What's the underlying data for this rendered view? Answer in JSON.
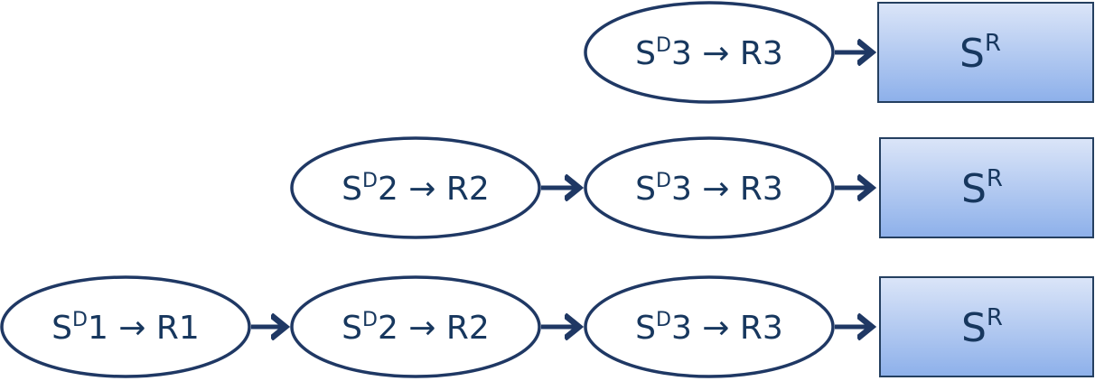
{
  "colors": {
    "stroke": "#1f3864",
    "text": "#17375e",
    "arrow": "#1f3864",
    "box_gradient_top": "#dbe5f8",
    "box_gradient_bottom": "#8db0ea",
    "box_stroke": "#243f60"
  },
  "rows": [
    {
      "steps": [
        {
          "s": "S",
          "sup": "D",
          "num": "3",
          "arrow": "→",
          "r": "R3"
        }
      ],
      "target": {
        "base": "S",
        "sup": "R"
      }
    },
    {
      "steps": [
        {
          "s": "S",
          "sup": "D",
          "num": "2",
          "arrow": "→",
          "r": "R2"
        },
        {
          "s": "S",
          "sup": "D",
          "num": "3",
          "arrow": "→",
          "r": "R3"
        }
      ],
      "target": {
        "base": "S",
        "sup": "R"
      }
    },
    {
      "steps": [
        {
          "s": "S",
          "sup": "D",
          "num": "1",
          "arrow": "→",
          "r": "R1"
        },
        {
          "s": "S",
          "sup": "D",
          "num": "2",
          "arrow": "→",
          "r": "R2"
        },
        {
          "s": "S",
          "sup": "D",
          "num": "3",
          "arrow": "→",
          "r": "R3"
        }
      ],
      "target": {
        "base": "S",
        "sup": "R"
      }
    }
  ]
}
